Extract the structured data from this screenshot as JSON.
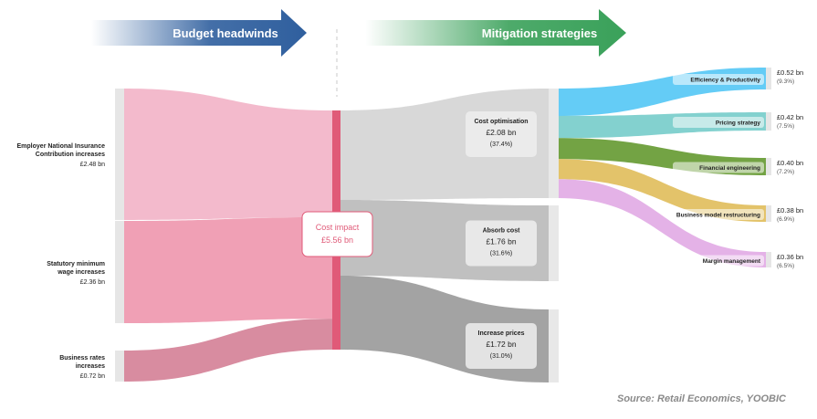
{
  "banners": [
    {
      "label": "Budget headwinds",
      "color": "#2f5f9e"
    },
    {
      "label": "Mitigation strategies",
      "color": "#3aa15a"
    }
  ],
  "total": {
    "label": "Cost impact",
    "value": "£5.56 bn",
    "color": "#e05a78"
  },
  "headwinds": [
    {
      "lines": [
        "Employer National Insurance",
        "Contribution increases"
      ],
      "value": "£2.48 bn",
      "amount": 2.48,
      "color": "#f2b3c7"
    },
    {
      "lines": [
        "Statutory minimum",
        "wage increases"
      ],
      "value": "£2.36 bn",
      "amount": 2.36,
      "color": "#ee96ad"
    },
    {
      "lines": [
        "Business rates",
        "increases"
      ],
      "value": "£0.72 bn",
      "amount": 0.72,
      "color": "#d47f96"
    }
  ],
  "mitigations": [
    {
      "label": "Cost optimisation",
      "value": "£2.08 bn",
      "pct": "(37.4%)",
      "amount": 2.08,
      "color": "#d6d6d6"
    },
    {
      "label": "Absorb cost",
      "value": "£1.76 bn",
      "pct": "(31.6%)",
      "amount": 1.76,
      "color": "#bdbdbd"
    },
    {
      "label": "Increase prices",
      "value": "£1.72 bn",
      "pct": "(31.0%)",
      "amount": 1.72,
      "color": "#9e9e9e"
    }
  ],
  "optimisation_breakdown": [
    {
      "label": "Efficiency & Productivity",
      "value": "£0.52 bn",
      "pct": "(9.3%)",
      "amount": 0.52,
      "color": "#5cc9f5"
    },
    {
      "label": "Pricing strategy",
      "value": "£0.42 bn",
      "pct": "(7.5%)",
      "amount": 0.42,
      "color": "#7ccfcc"
    },
    {
      "label": "Financial engineering",
      "value": "£0.40 bn",
      "pct": "(7.2%)",
      "amount": 0.4,
      "color": "#6b9e3a"
    },
    {
      "label": "Business model restructuring",
      "value": "£0.38 bn",
      "pct": "(6.9%)",
      "amount": 0.38,
      "color": "#e2c062"
    },
    {
      "label": "Margin management",
      "value": "£0.36 bn",
      "pct": "(6.5%)",
      "amount": 0.36,
      "color": "#e3aee6"
    }
  ],
  "source": "Source: Retail Economics, YOOBIC"
}
